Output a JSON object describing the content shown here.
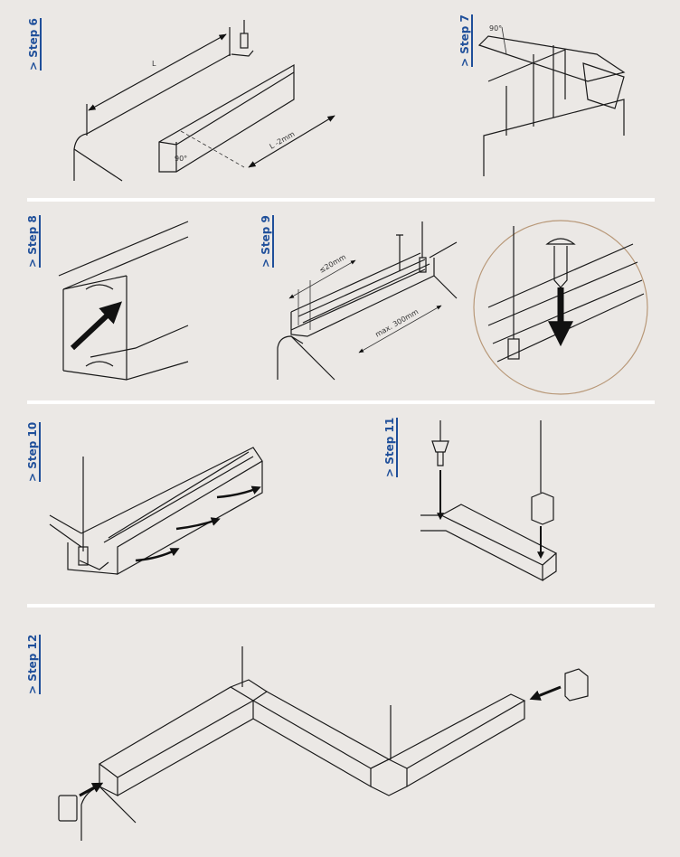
{
  "steps": {
    "s6": "> Step 6",
    "s7": "> Step 7",
    "s8": "> Step 8",
    "s9": "> Step 9",
    "s10": "> Step 10",
    "s11": "> Step 11",
    "s12": "> Step 12"
  },
  "labels": {
    "length": "L",
    "length_minus": "L -2mm",
    "angle6": "90°",
    "angle7": "90°",
    "max_spacing_end": "≤20mm",
    "max_spacing": "max. 300mm"
  },
  "colors": {
    "step_label": "#1f4f9a",
    "background": "#ebe8e5"
  }
}
